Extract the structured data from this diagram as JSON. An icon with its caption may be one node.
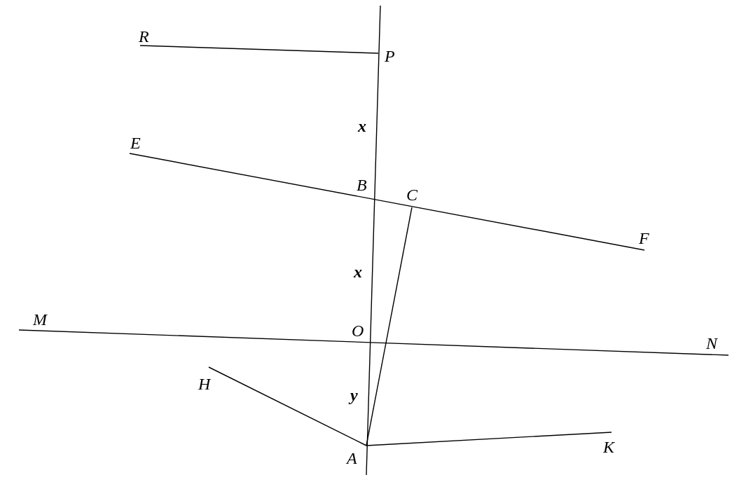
{
  "diagram": {
    "labels": [
      "R",
      "P",
      "x",
      "E",
      "B",
      "C",
      "F",
      "x",
      "M",
      "O",
      "N",
      "H",
      "y",
      "A",
      "K"
    ]
  }
}
